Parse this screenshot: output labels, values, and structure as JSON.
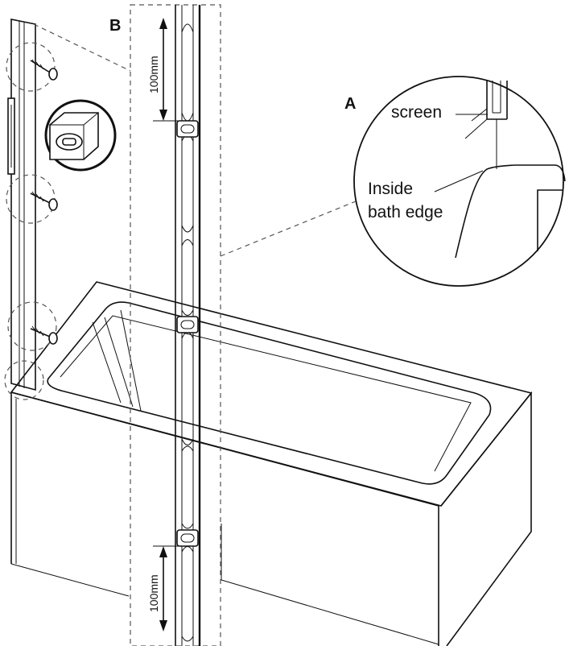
{
  "labels": {
    "detail_a": "A",
    "detail_b": "B",
    "screen": "screen",
    "inside_line1": "Inside",
    "inside_line2": "bath edge",
    "dim_top": "100mm",
    "dim_bottom": "100mm"
  },
  "icons": [
    "screw-icon",
    "spirit-level-icon",
    "bracket-slot-icon"
  ],
  "colors": {
    "line": "#111111",
    "background": "#ffffff",
    "dashed": "#555555"
  }
}
